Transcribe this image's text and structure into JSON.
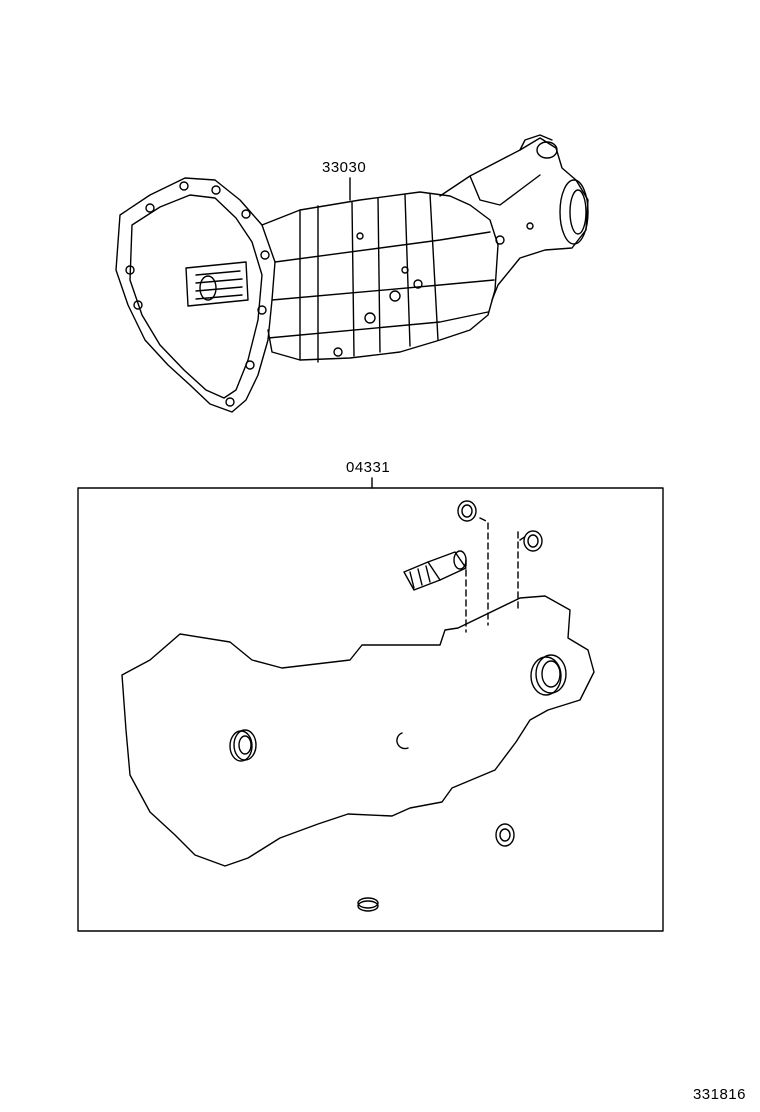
{
  "diagram": {
    "callouts": [
      {
        "id": "transmission",
        "part_number": "33030"
      },
      {
        "id": "overhaul-kit",
        "part_number": "04331"
      }
    ],
    "figure_number": "331816"
  },
  "colors": {
    "line": "#000000",
    "background": "#ffffff"
  }
}
